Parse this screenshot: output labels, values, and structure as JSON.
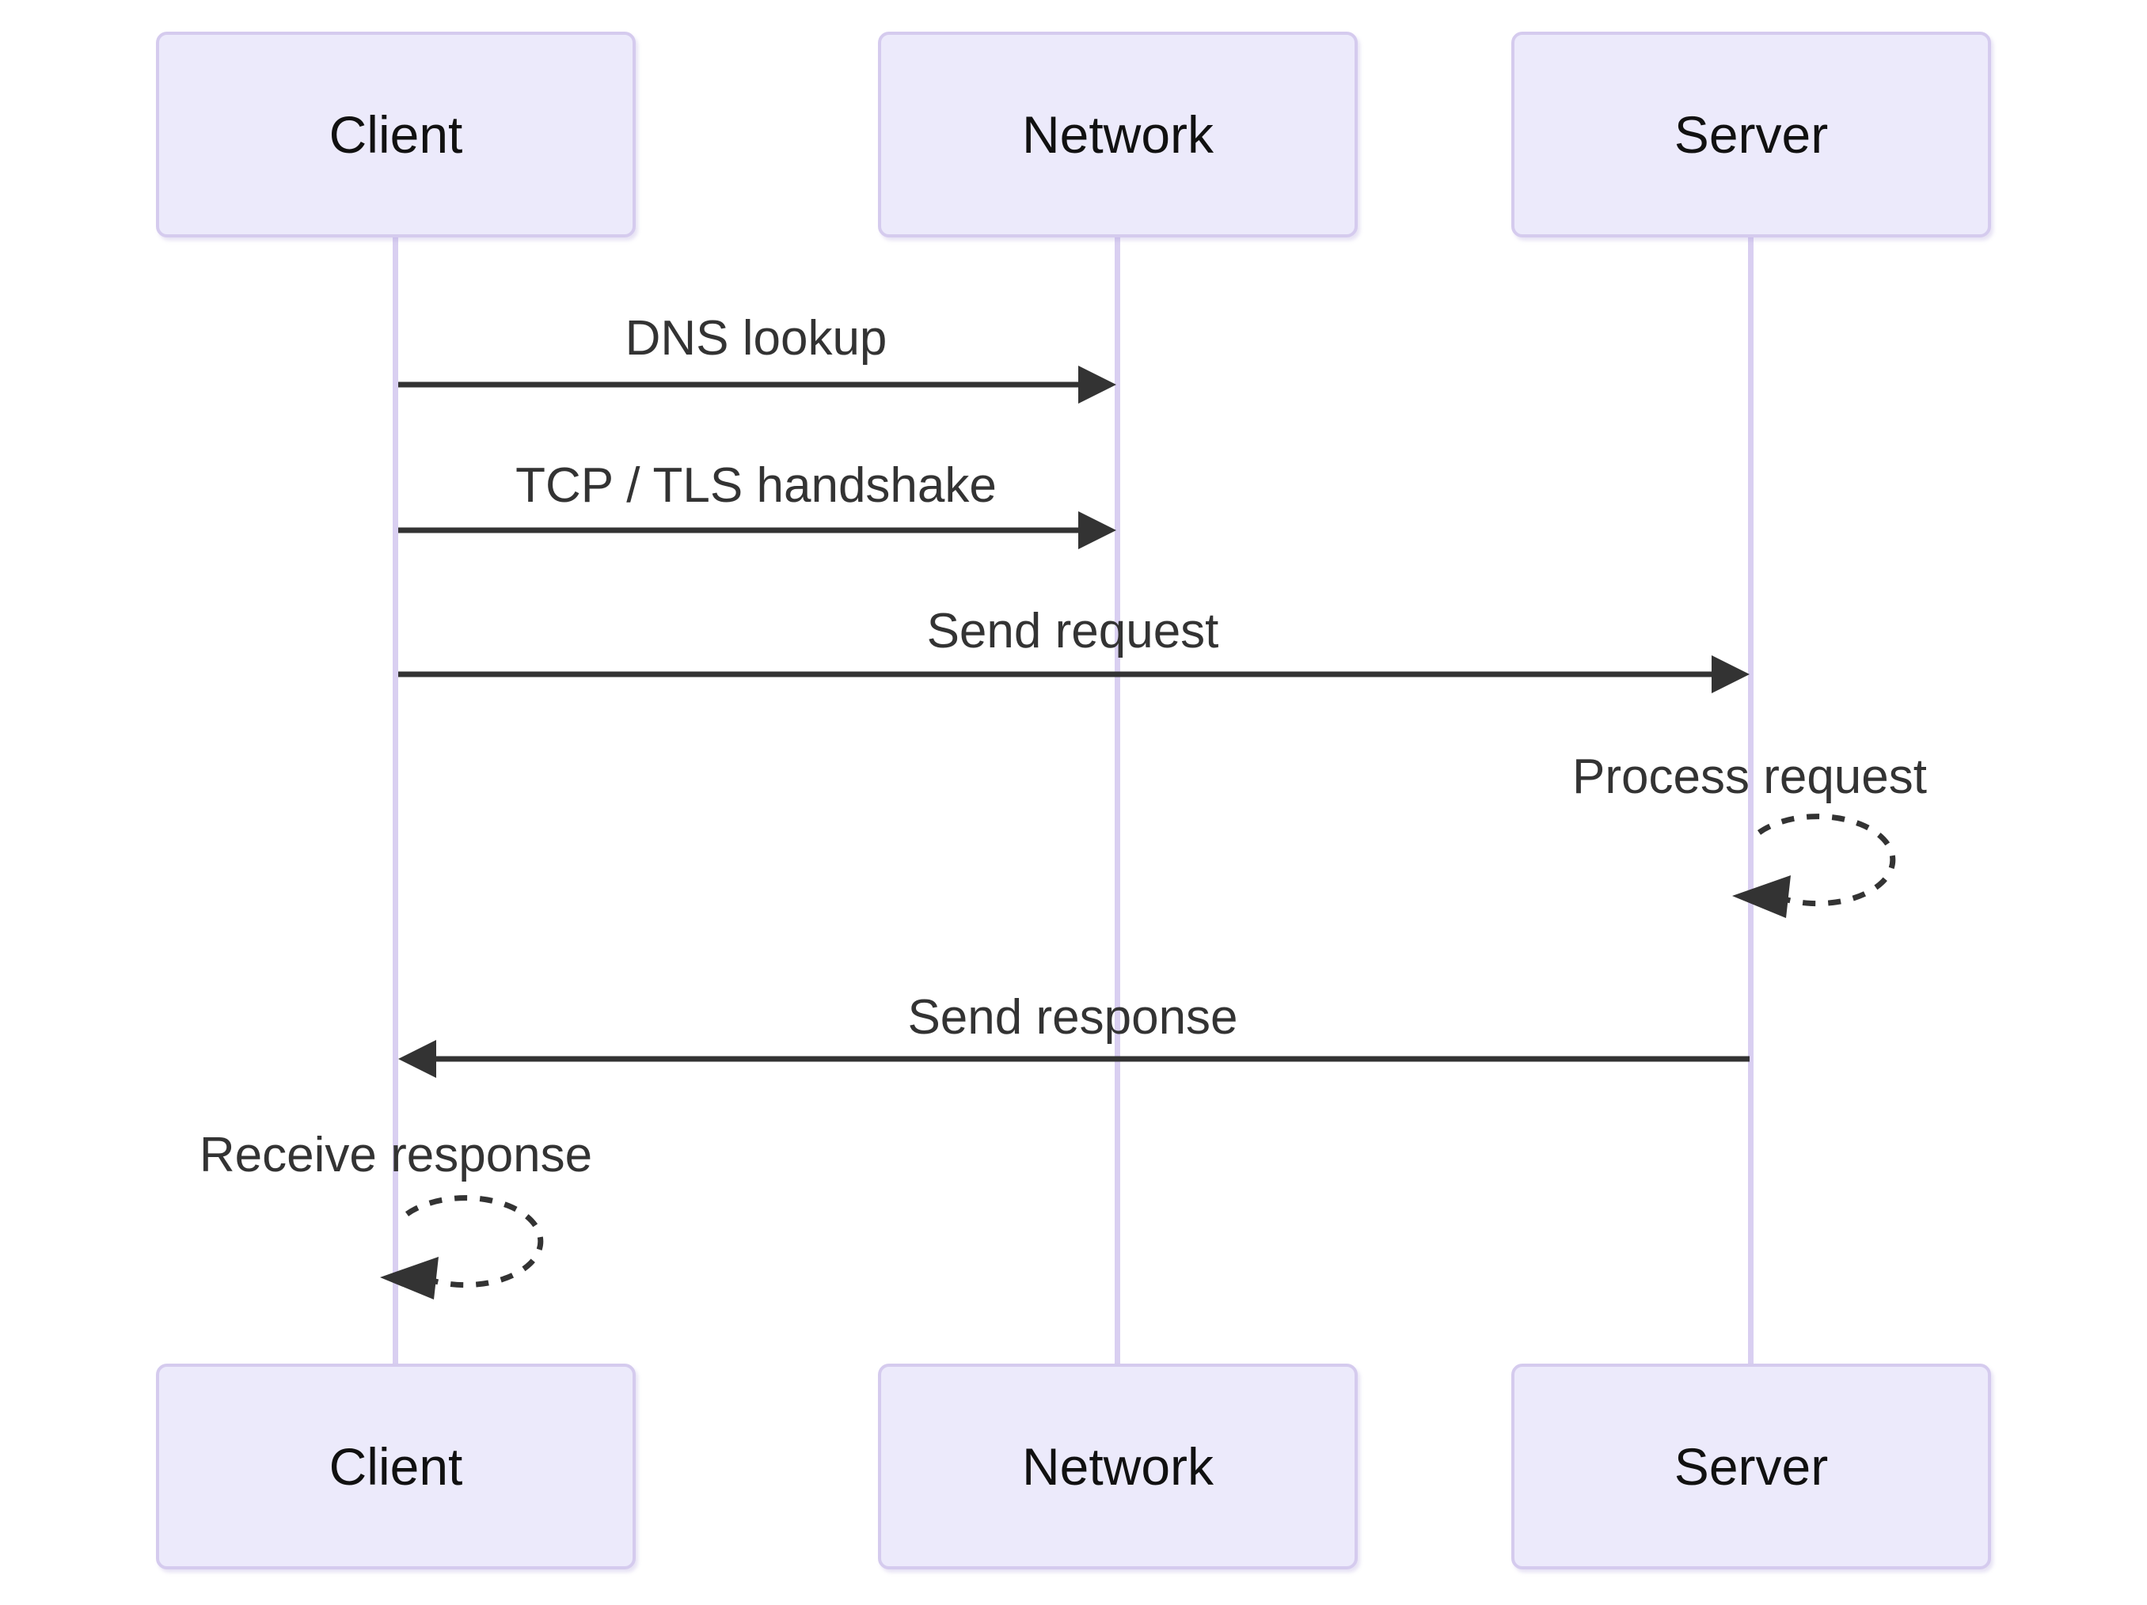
{
  "diagram": {
    "type": "sequence-diagram",
    "actors": [
      {
        "id": "client",
        "label": "Client"
      },
      {
        "id": "network",
        "label": "Network"
      },
      {
        "id": "server",
        "label": "Server"
      }
    ],
    "messages": [
      {
        "label": "DNS lookup",
        "from": "Client",
        "to": "Network",
        "style": "solid-arrow"
      },
      {
        "label": "TCP / TLS handshake",
        "from": "Client",
        "to": "Network",
        "style": "solid-arrow"
      },
      {
        "label": "Send request",
        "from": "Client",
        "to": "Server",
        "style": "solid-arrow"
      },
      {
        "label": "Process request",
        "from": "Server",
        "to": "Server",
        "style": "dashed-self-loop"
      },
      {
        "label": "Send response",
        "from": "Server",
        "to": "Client",
        "style": "solid-arrow"
      },
      {
        "label": "Receive response",
        "from": "Client",
        "to": "Client",
        "style": "dashed-self-loop"
      }
    ],
    "colors": {
      "actor_fill": "#ECEAFB",
      "actor_border": "#D5CBEE",
      "lifeline": "#D9CFF1",
      "arrow": "#333333",
      "message_text": "#333333",
      "actor_text": "#111111",
      "background": "#ffffff"
    }
  }
}
